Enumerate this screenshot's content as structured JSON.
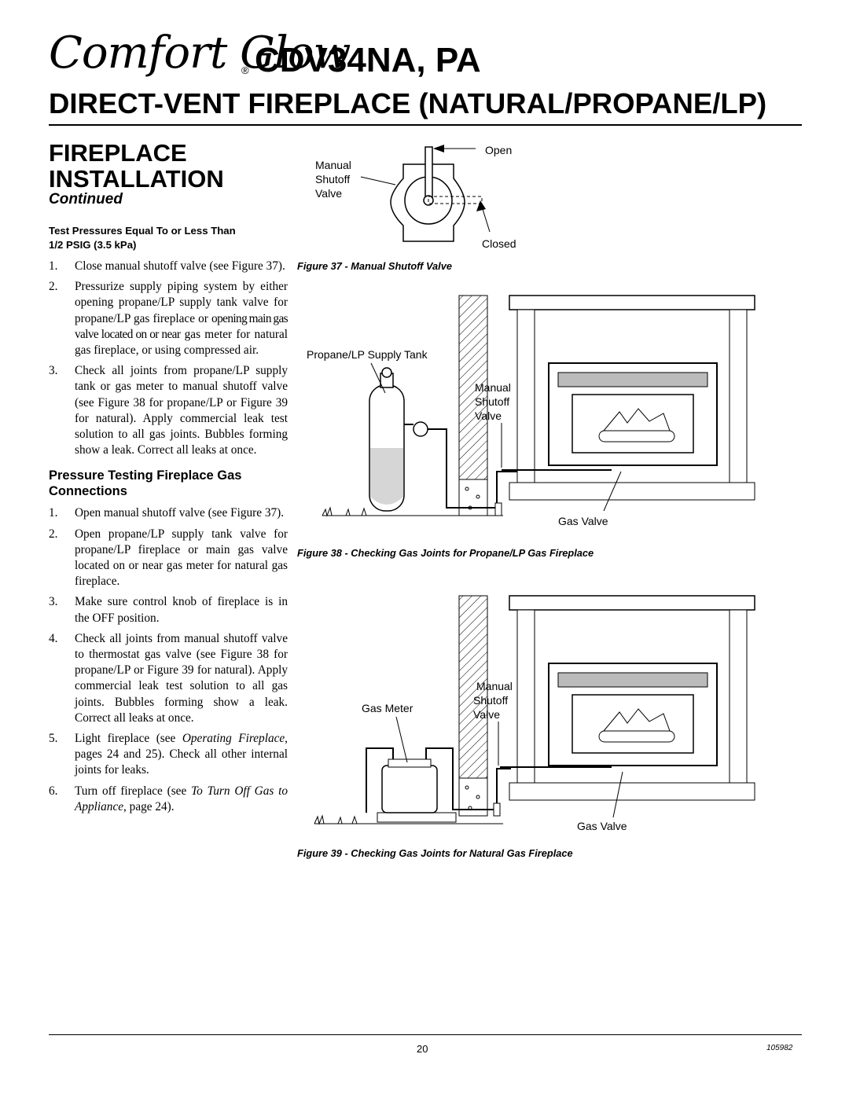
{
  "header": {
    "brand": "Comfort Glow",
    "registered_mark": "®",
    "model": "CDV34NA, PA",
    "document_title": "DIRECT-VENT FIREPLACE (NATURAL/PROPANE/LP)"
  },
  "section": {
    "title_line1": "FIREPLACE",
    "title_line2": "INSTALLATION",
    "continued": "Continued"
  },
  "test_pressures": {
    "heading_line1": "Test Pressures Equal To or Less Than",
    "heading_line2": "1/2 PSIG (3.5 kPa)",
    "steps": [
      {
        "num": "1.",
        "text": "Close manual shutoff valve (see Figure 37)."
      },
      {
        "num": "2.",
        "text_a": "Pressurize supply piping system by either opening propane/LP supply tank valve for propane/LP gas fireplace or",
        "text_b": "opening main gas valve located on or near",
        "text_c": "gas meter for natural gas fireplace, or using compressed air."
      },
      {
        "num": "3.",
        "text": "Check all joints from propane/LP supply tank or gas meter to manual shutoff valve (see Figure 38 for propane/LP or Figure 39 for natural). Apply commercial leak test solution to all gas joints. Bubbles forming show a leak. Correct all leaks at once."
      }
    ]
  },
  "pressure_testing": {
    "heading": "Pressure Testing Fireplace Gas Connections",
    "steps": [
      {
        "num": "1.",
        "text": "Open manual shutoff valve (see Figure 37)."
      },
      {
        "num": "2.",
        "text": "Open propane/LP supply tank valve for propane/LP fireplace or main gas valve located on or near gas meter for natural gas fireplace."
      },
      {
        "num": "3.",
        "text": "Make sure control knob of fireplace is in the OFF position."
      },
      {
        "num": "4.",
        "text": "Check all joints from manual shutoff valve to thermostat gas valve (see Figure 38 for propane/LP or Figure 39 for natural). Apply commercial leak test solution to all gas joints. Bubbles forming show a leak. Correct all leaks at once."
      },
      {
        "num": "5.",
        "text_a": "Light fireplace (see ",
        "ref": "Operating Fireplace",
        "text_b": ", pages 24 and 25). Check all other internal joints for leaks."
      },
      {
        "num": "6.",
        "text_a": "Turn off fireplace (see ",
        "ref": "To Turn Off Gas to Appliance",
        "text_b": ", page  24)."
      }
    ]
  },
  "figure37": {
    "label_valve_line1": "Manual",
    "label_valve_line2": "Shutoff",
    "label_valve_line3": "Valve",
    "label_open": "Open",
    "label_closed": "Closed",
    "caption": "Figure 37 - Manual Shutoff Valve"
  },
  "figure38": {
    "label_tank": "Propane/LP Supply Tank",
    "label_valve_line1": "Manual",
    "label_valve_line2": "Shutoff",
    "label_valve_line3": "Valve",
    "label_gas_valve": "Gas Valve",
    "caption": "Figure 38 - Checking Gas Joints for Propane/LP Gas Fireplace"
  },
  "figure39": {
    "label_meter": "Gas Meter",
    "label_valve_line1": "Manual",
    "label_valve_line2": "Shutoff",
    "label_valve_line3": "Valve",
    "label_gas_valve": "Gas Valve",
    "caption": "Figure 39 - Checking Gas Joints for Natural Gas Fireplace"
  },
  "footer": {
    "page_number": "20",
    "document_number": "105982"
  }
}
